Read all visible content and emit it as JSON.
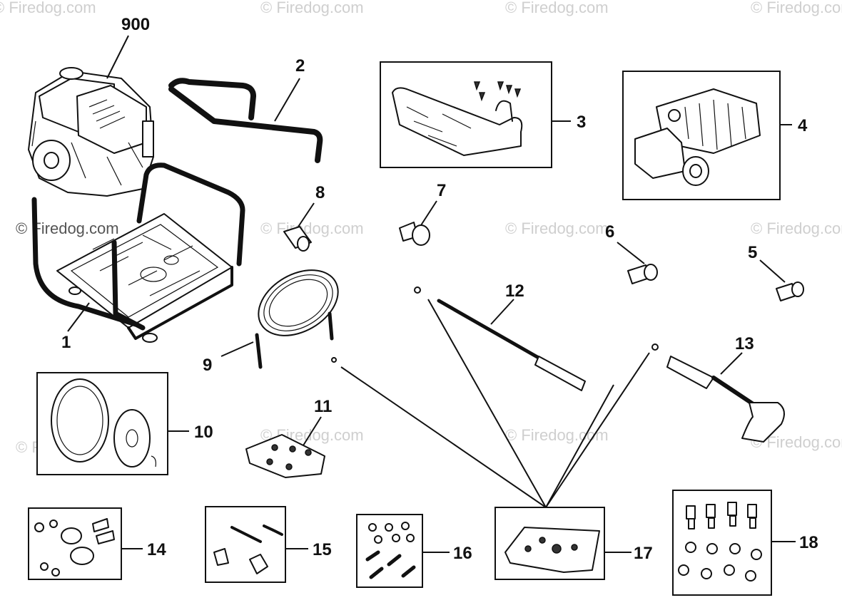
{
  "watermark_text": "© Firedog.com",
  "callouts": {
    "c900": "900",
    "c1": "1",
    "c2": "2",
    "c3": "3",
    "c4": "4",
    "c5": "5",
    "c6": "6",
    "c7": "7",
    "c8": "8",
    "c9": "9",
    "c10": "10",
    "c11": "11",
    "c12": "12",
    "c13": "13",
    "c14": "14",
    "c15": "15",
    "c16": "16",
    "c17": "17",
    "c18": "18"
  }
}
